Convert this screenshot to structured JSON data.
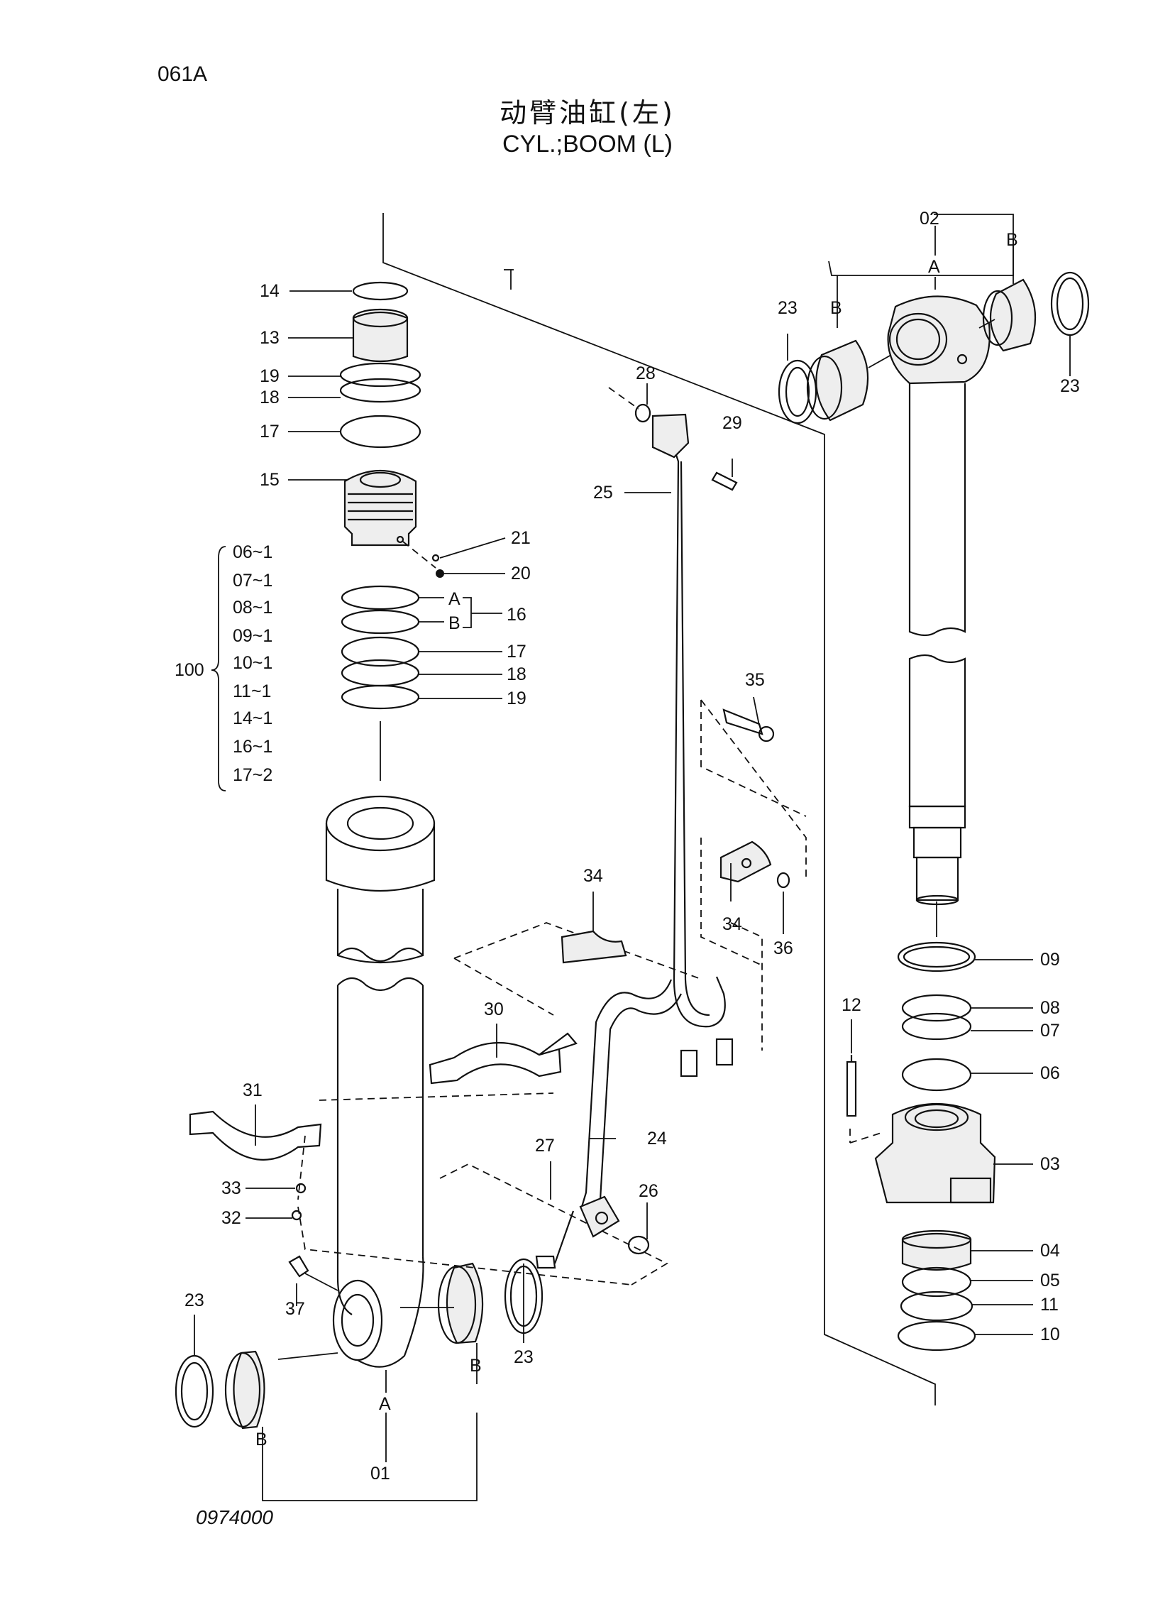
{
  "header": {
    "page_code": "061A",
    "title_cn": "动臂油缸(左)",
    "title_en": "CYL.;BOOM (L)"
  },
  "footer": {
    "drawing_no": "0974000"
  },
  "parts": {
    "p01": "01",
    "p02": "02",
    "p03": "03",
    "p04": "04",
    "p05": "05",
    "p06": "06",
    "p07": "07",
    "p08": "08",
    "p09": "09",
    "p10": "10",
    "p11": "11",
    "p12": "12",
    "p13": "13",
    "p14": "14",
    "p15": "15",
    "p16": "16",
    "p17a": "17",
    "p17b": "17",
    "p18a": "18",
    "p18b": "18",
    "p19a": "19",
    "p19b": "19",
    "p20": "20",
    "p21": "21",
    "p23a": "23",
    "p23b": "23",
    "p23c": "23",
    "p23d": "23",
    "p24": "24",
    "p25": "25",
    "p26": "26",
    "p27": "27",
    "p28": "28",
    "p29": "29",
    "p30": "30",
    "p31": "31",
    "p32": "32",
    "p33": "33",
    "p34a": "34",
    "p34b": "34",
    "p35": "35",
    "p36": "36",
    "p37": "37",
    "p100": "100"
  },
  "markers": {
    "a_rod": "A",
    "b_rod_left": "B",
    "b_rod_right": "B",
    "a_tube": "A",
    "b_tube_left": "B",
    "b_tube_right": "B",
    "seal_a": "A",
    "seal_b": "B"
  },
  "kit_100_contents": [
    "06~1",
    "07~1",
    "08~1",
    "09~1",
    "10~1",
    "11~1",
    "14~1",
    "16~1",
    "17~2"
  ]
}
